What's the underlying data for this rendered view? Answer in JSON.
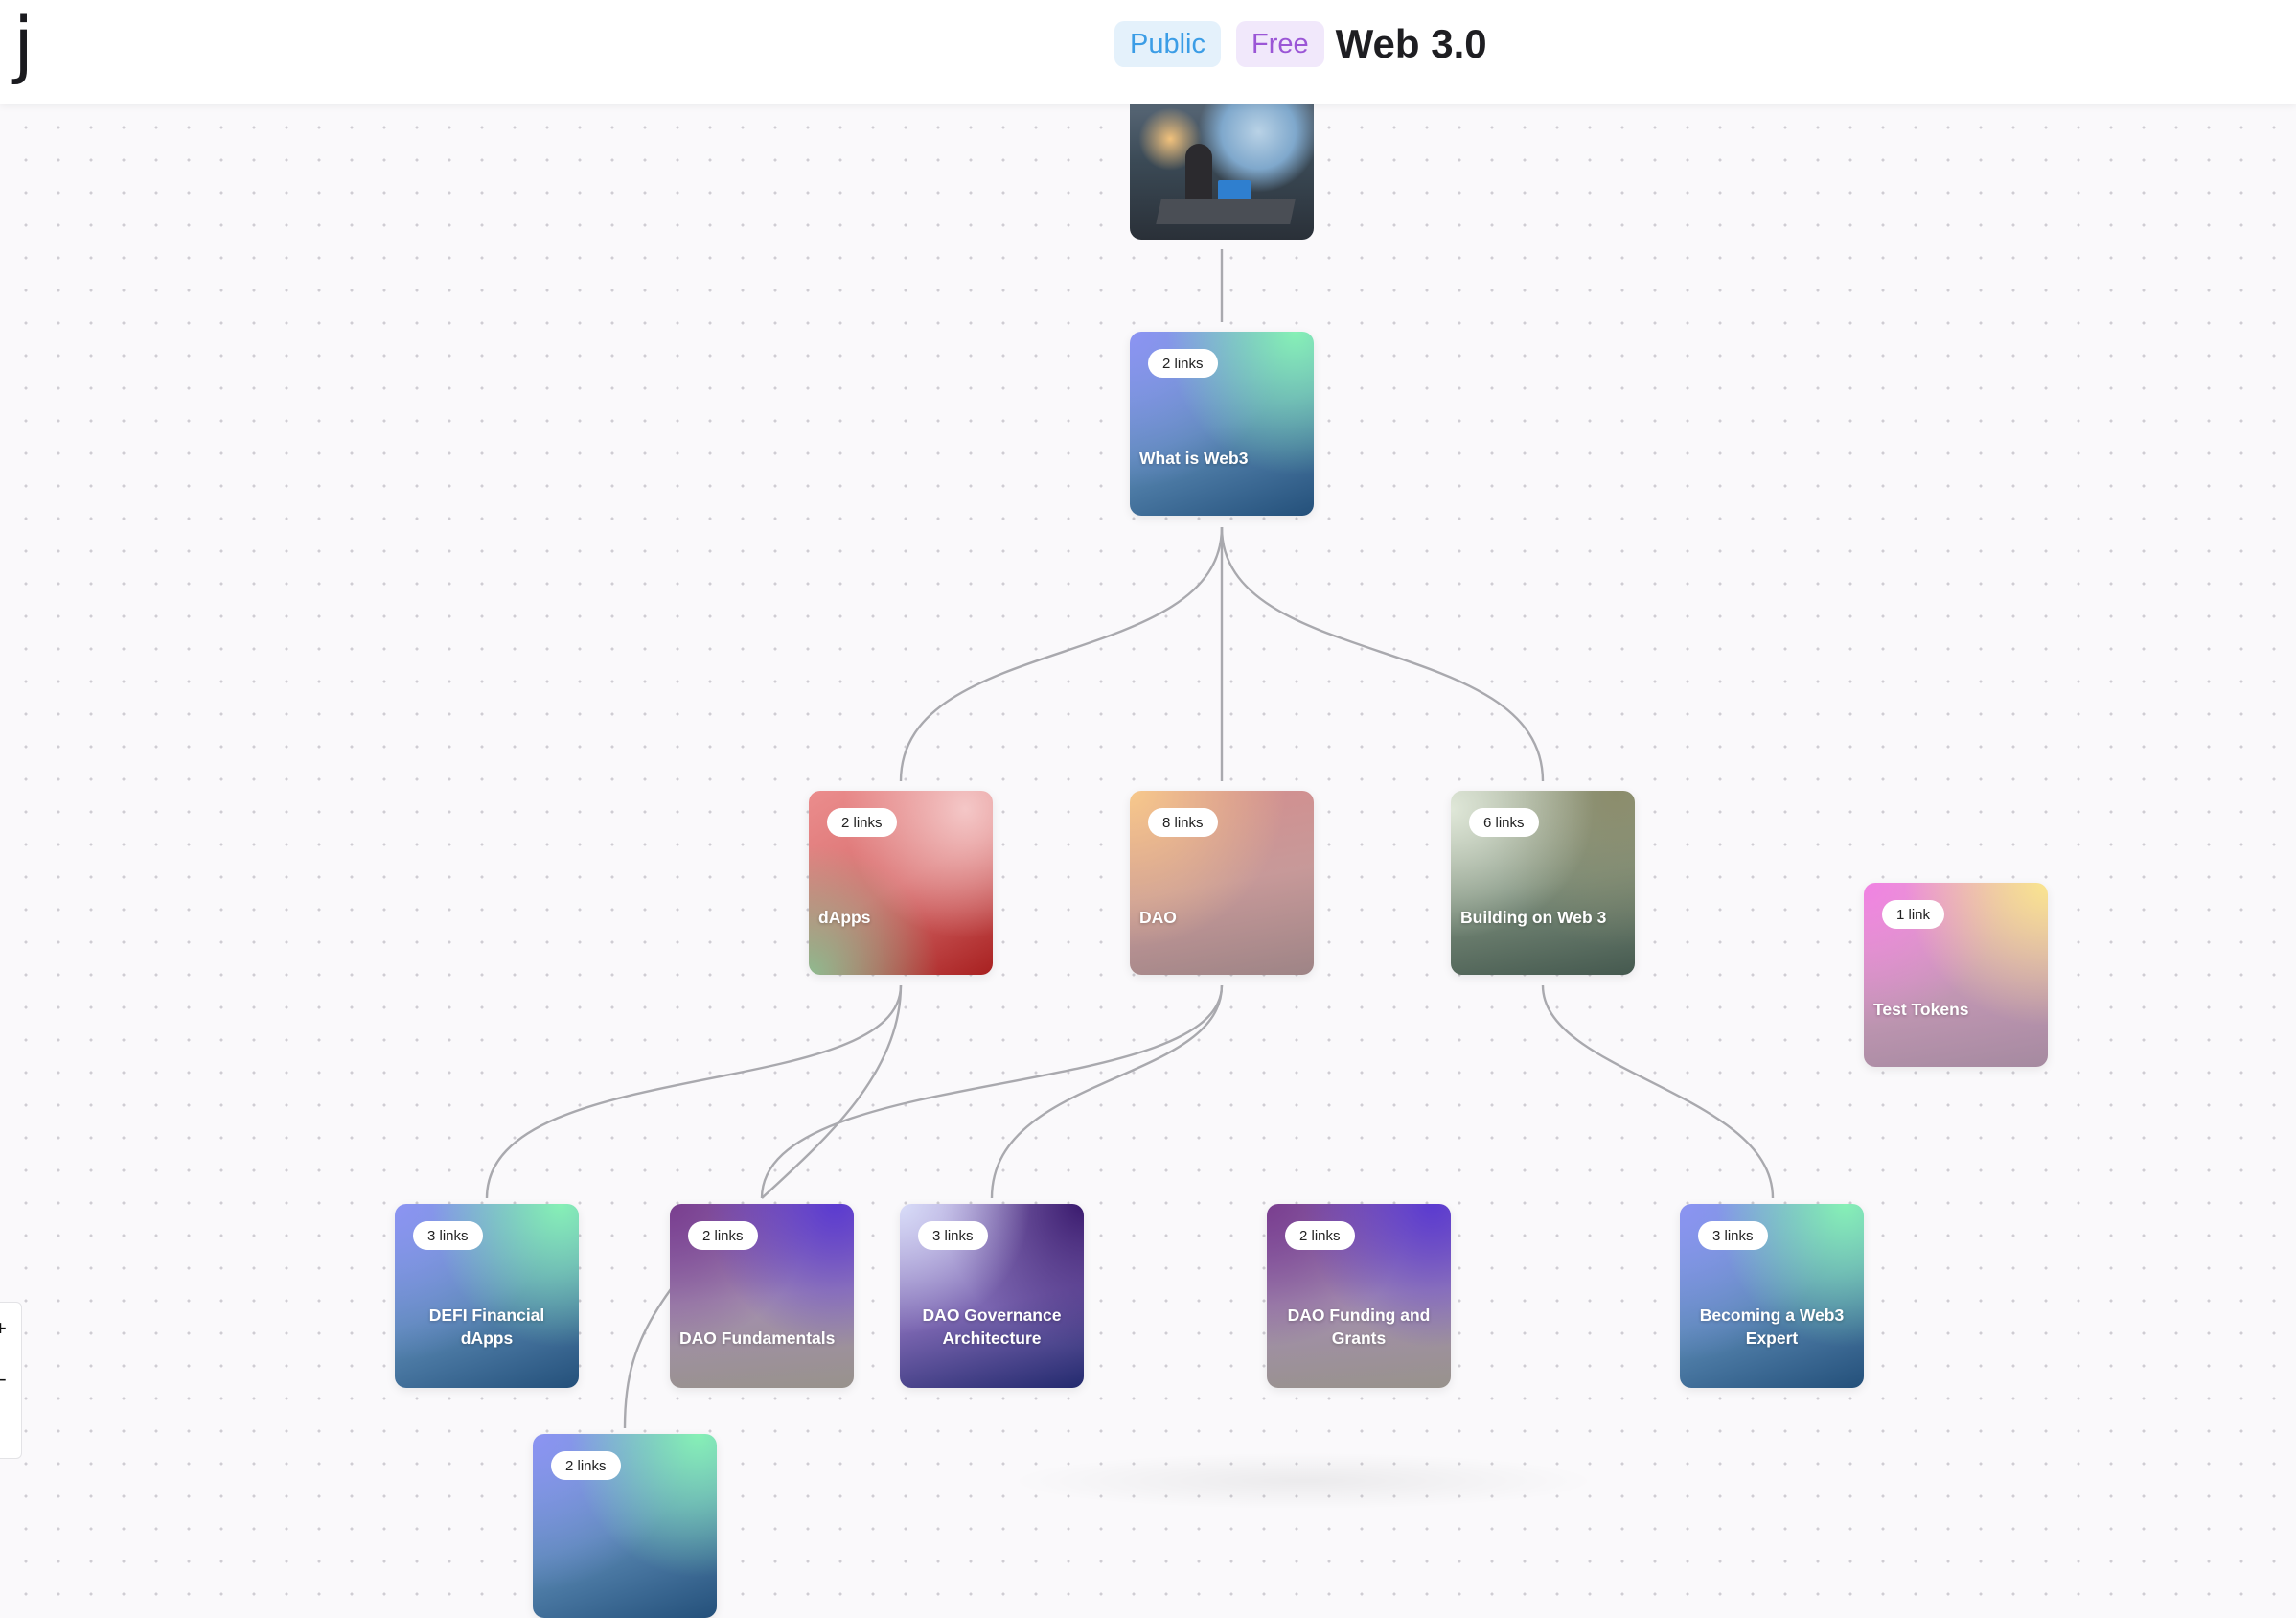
{
  "header": {
    "logo": "j",
    "chips": {
      "public": "Public",
      "free": "Free"
    },
    "title": "Web 3.0"
  },
  "cards": {
    "what_is_web3": {
      "badge": "2 links",
      "label": "What is Web3"
    },
    "dapps": {
      "badge": "2 links",
      "label": "dApps"
    },
    "dao": {
      "badge": "8 links",
      "label": "DAO"
    },
    "building_on_web3": {
      "badge": "6 links",
      "label": "Building on Web 3"
    },
    "test_tokens": {
      "badge": "1 link",
      "label": "Test Tokens"
    },
    "defi_financial_dapps": {
      "badge": "3 links",
      "label": "DEFI Financial dApps"
    },
    "dao_fundamentals": {
      "badge": "2 links",
      "label": "DAO Fundamentals"
    },
    "dao_governance_architecture": {
      "badge": "3 links",
      "label": "DAO Governance Architecture"
    },
    "dao_funding_and_grants": {
      "badge": "2 links",
      "label": "DAO Funding and Grants"
    },
    "becoming_a_web3_expert": {
      "badge": "3 links",
      "label": "Becoming a Web3 Expert"
    },
    "partial_bottom": {
      "badge": "2 links"
    }
  },
  "zoom_controls": {
    "zoom_in": "+",
    "zoom_out": "−",
    "fit": "["
  },
  "colors": {
    "public_chip": "#3b9de6",
    "free_chip": "#9b56d6",
    "edge": "#a9a9ae"
  }
}
